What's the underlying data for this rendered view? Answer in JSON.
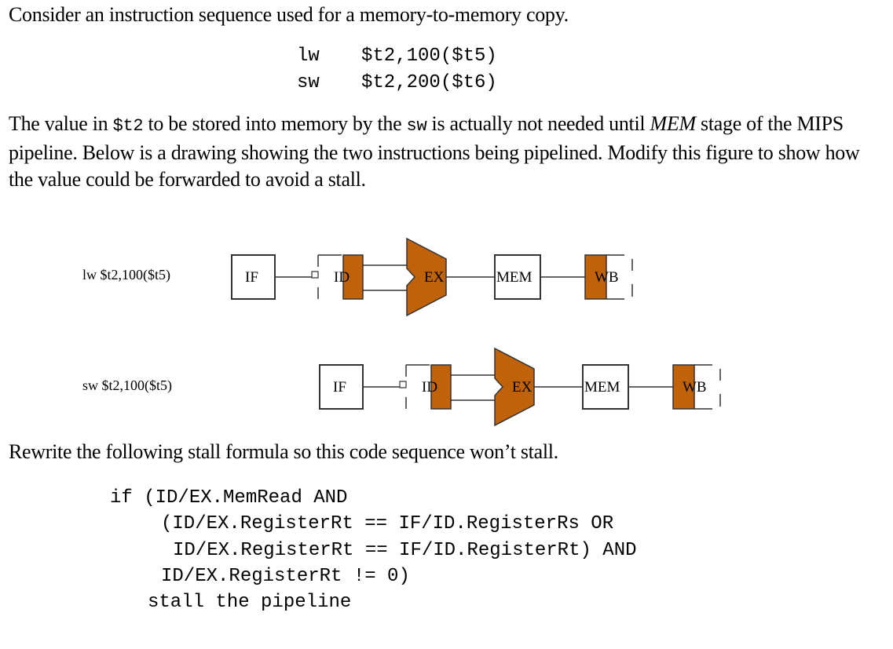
{
  "intro": "Consider an instruction sequence used for a memory-to-memory copy.",
  "code_lines": [
    {
      "op": "lw",
      "args": "$t2,100($t5)"
    },
    {
      "op": "sw",
      "args": "$t2,200($t6)"
    }
  ],
  "paragraph": {
    "p1": "The value in ",
    "reg": "$t2",
    "p2": " to be stored into memory by the ",
    "instr": "sw",
    "p3": " is actually not needed until ",
    "stage": "MEM",
    "p4": " stage of the MIPS pipeline. Below is a drawing showing the two instructions being pipelined. Modify this figure to show how the value could be forwarded to avoid a stall."
  },
  "pipeline": {
    "rows": [
      {
        "label": "lw $t2,100($t5)"
      },
      {
        "label": "sw $t2,100($t5)"
      }
    ],
    "stages": {
      "if": "IF",
      "id": "ID",
      "ex": "EX",
      "mem": "MEM",
      "wb": "WB"
    },
    "colors": {
      "register": "#c0620a",
      "alu": "#c0620a",
      "stroke": "#333333"
    }
  },
  "rewrite": "Rewrite the following stall formula so this code sequence won’t stall.",
  "formula": [
    "if (ID/EX.MemRead AND",
    "(ID/EX.RegisterRt  ==  IF/ID.RegisterRs OR",
    "ID/EX.RegisterRt  ==  IF/ID.RegisterRt) AND",
    "ID/EX.RegisterRt != 0)",
    "stall the pipeline"
  ]
}
